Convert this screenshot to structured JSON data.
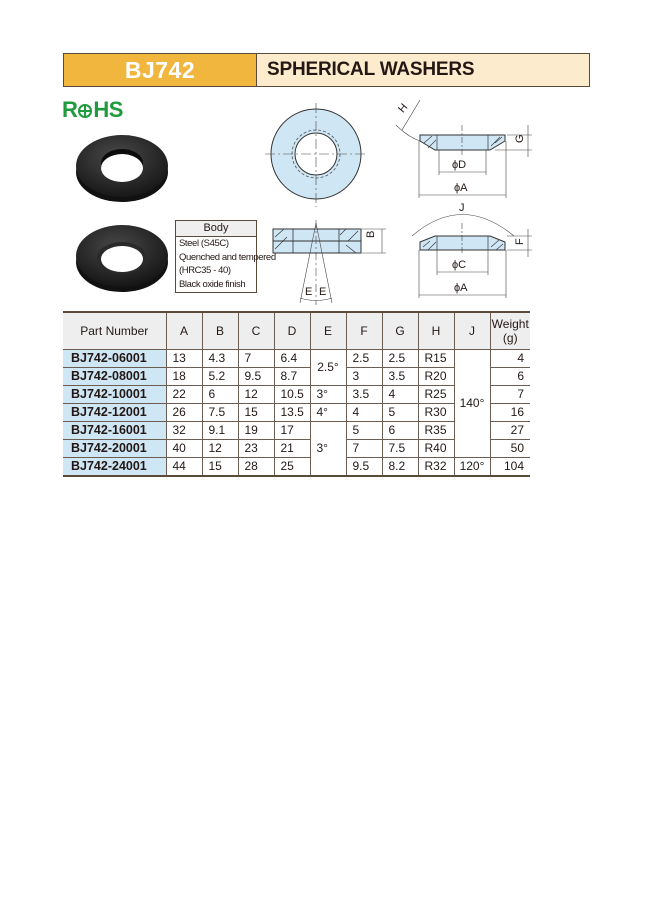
{
  "header": {
    "code": "BJ742",
    "title": "SPHERICAL WASHERS"
  },
  "badges": {
    "rohs": {
      "pre": "R",
      "post": "HS",
      "color": "#1f9a3c"
    }
  },
  "material_box": {
    "heading": "Body",
    "lines": [
      "Steel (S45C)",
      "Quenched and tempered",
      "(HRC35 - 40)",
      "Black oxide finish"
    ]
  },
  "diagram_labels": {
    "E_left": "E",
    "E_right": "E",
    "B": "B",
    "H": "H",
    "G": "G",
    "phiD": "ϕD",
    "phiA_top": "ϕA",
    "J": "J",
    "F": "F",
    "phiC": "ϕC",
    "phiA_bottom": "ϕA"
  },
  "colors": {
    "title_code_bg": "#f0b63e",
    "title_name_bg": "#fcebcc",
    "part_number_bg": "#cfe6f5",
    "drawing_fill": "#cfe6f5",
    "header_bg": "#eeeeee"
  },
  "table": {
    "headers": {
      "part_number": "Part Number",
      "A": "A",
      "B": "B",
      "C": "C",
      "D": "D",
      "E": "E",
      "F": "F",
      "G": "G",
      "H": "H",
      "J": "J",
      "weight_line1": "Weight",
      "weight_line2": "(g)"
    },
    "rows": [
      {
        "part": "BJ742-06001",
        "A": "13",
        "B": "4.3",
        "C": "7",
        "D": "6.4",
        "F": "2.5",
        "G": "2.5",
        "H": "R15",
        "W": "4"
      },
      {
        "part": "BJ742-08001",
        "A": "18",
        "B": "5.2",
        "C": "9.5",
        "D": "8.7",
        "F": "3",
        "G": "3.5",
        "H": "R20",
        "W": "6"
      },
      {
        "part": "BJ742-10001",
        "A": "22",
        "B": "6",
        "C": "12",
        "D": "10.5",
        "F": "3.5",
        "G": "4",
        "H": "R25",
        "W": "7"
      },
      {
        "part": "BJ742-12001",
        "A": "26",
        "B": "7.5",
        "C": "15",
        "D": "13.5",
        "F": "4",
        "G": "5",
        "H": "R30",
        "W": "16"
      },
      {
        "part": "BJ742-16001",
        "A": "32",
        "B": "9.1",
        "C": "19",
        "D": "17",
        "F": "5",
        "G": "6",
        "H": "R35",
        "W": "27"
      },
      {
        "part": "BJ742-20001",
        "A": "40",
        "B": "12",
        "C": "23",
        "D": "21",
        "F": "7",
        "G": "7.5",
        "H": "R40",
        "W": "50"
      },
      {
        "part": "BJ742-24001",
        "A": "44",
        "B": "15",
        "C": "28",
        "D": "25",
        "F": "9.5",
        "G": "8.2",
        "H": "R32",
        "W": "104"
      }
    ],
    "merged": {
      "E_rows_1_2": "2.5°",
      "E_row_3": "3°",
      "E_row_4": "4°",
      "E_rows_5_7": "3°",
      "J_rows_1_6": "140°",
      "J_row_7": "120°"
    }
  }
}
